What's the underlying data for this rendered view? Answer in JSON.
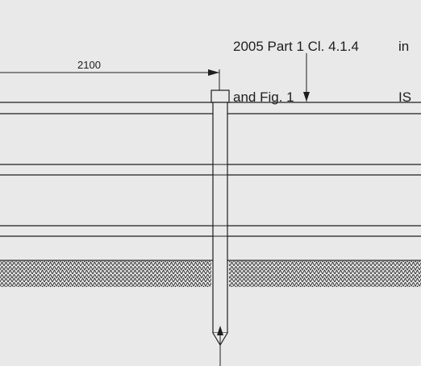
{
  "annotation": {
    "line1": "2005 Part 1 Cl. 4.1.4",
    "line2": "and Fig. 1",
    "right_line1": "in",
    "right_line2": "IS"
  },
  "dimension_label": "2100",
  "colors": {
    "paper": "#e9e9e9",
    "ink": "#1e1e1e",
    "ground_hatch": "#2b2b2b"
  }
}
